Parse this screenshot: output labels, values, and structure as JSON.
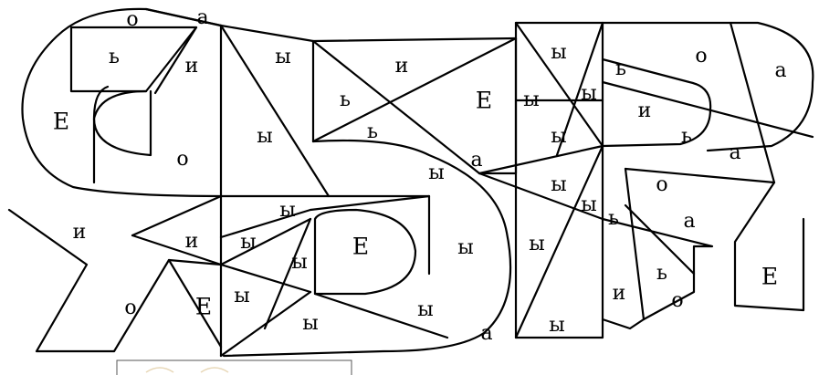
{
  "letters": {
    "o": "о",
    "a": "а",
    "soft": "ь",
    "i": "и",
    "y": "ы",
    "E": "Е"
  }
}
